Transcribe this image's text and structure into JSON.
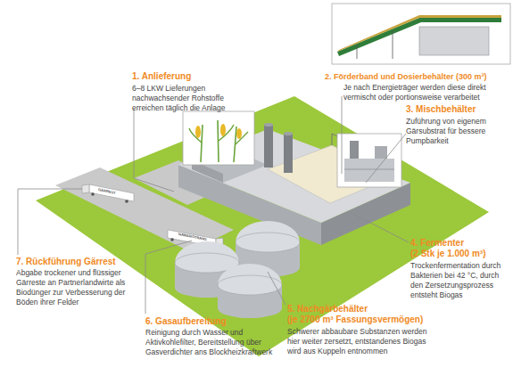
{
  "diagram": {
    "labels": [
      "1. Anlieferung",
      "6–8 LKW Lieferungen nachwachsender Rohstoffe erreichen täglich die Anlage",
      "2. Förderband und Dosierbehälter (300 m³)",
      "Je nach Energieträger werden diese direkt vermischt oder portionsweise verarbeitet",
      "3. Mischbehälter",
      "Zuführung von eigenem Gärsubstrat für bessere Pumpbarkeit",
      "4. Fermenter",
      "(2 Stk je 1.000 m³)",
      "Trockenfermentation durch Bakterien bei 42 °C, durch den Zersetzungsprozess entsteht Biogas",
      "5. Nachgärbehälter",
      "(je 2700 m³ Fassungsvermögen)",
      "Schwerer abbaubare Substanzen werden hier weiter zersetzt, entstandenes Biogas wird aus Kuppeln entnommen",
      "6. Gasaufbereitung",
      "Reinigung durch Wasser und Aktivkohlefilter, Bereitstellung über Gasverdichter ans Blockheizkraftwerk",
      "7. Rückführung Gärrest",
      "Abgabe trockener und flüssiger Gärreste an Partnerlandwirte als Biodünger zur Verbesserung der Böden ihrer Felder",
      "GÄRREST",
      "NAWAROTRANS"
    ]
  }
}
